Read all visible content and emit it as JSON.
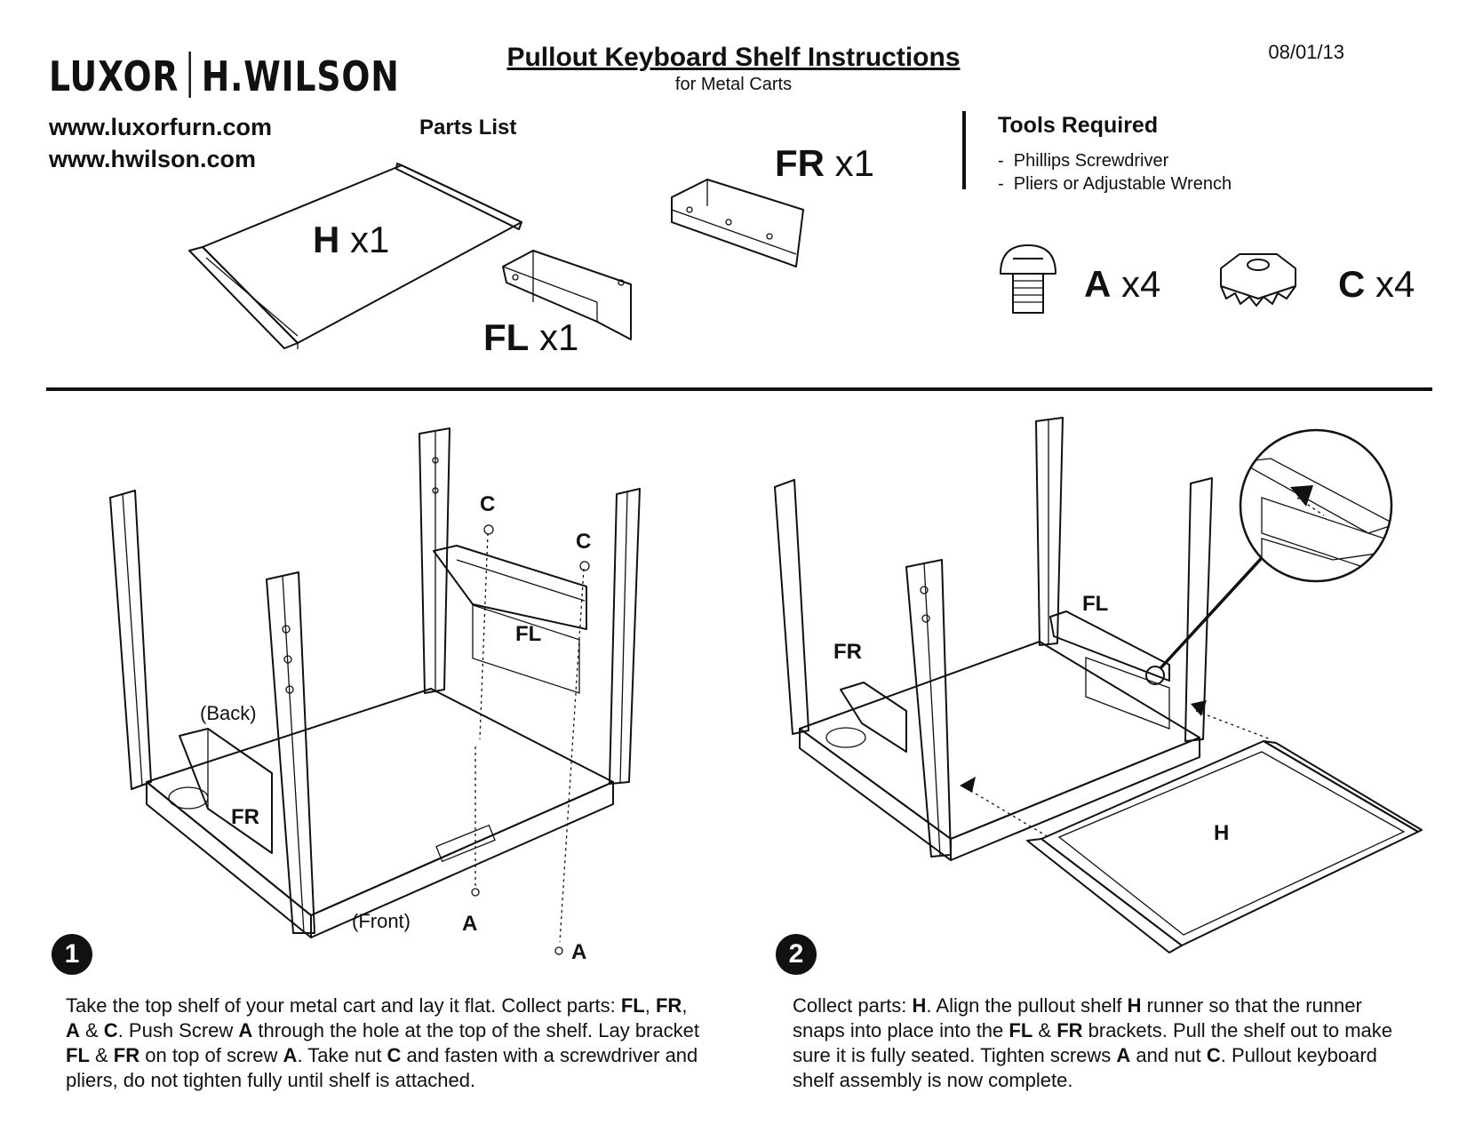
{
  "header": {
    "brand_left": "LUXOR",
    "brand_right": "H.WILSON",
    "url1": "www.luxorfurn.com",
    "url2": "www.hwilson.com",
    "title": "Pullout Keyboard Shelf Instructions",
    "subtitle": "for Metal Carts",
    "date": "08/01/13"
  },
  "parts": {
    "heading": "Parts List",
    "items": [
      {
        "letter": "H",
        "qty": "x1"
      },
      {
        "letter": "FL",
        "qty": "x1"
      },
      {
        "letter": "FR",
        "qty": "x1"
      },
      {
        "letter": "A",
        "qty": "x4"
      },
      {
        "letter": "C",
        "qty": "x4"
      }
    ]
  },
  "tools": {
    "heading": "Tools Required",
    "items": [
      "Phillips Screwdriver",
      "Pliers or Adjustable Wrench"
    ]
  },
  "step1": {
    "number": "1",
    "labels": {
      "c1": "C",
      "c2": "C",
      "fl": "FL",
      "fr": "FR",
      "a1": "A",
      "a2": "A",
      "back": "(Back)",
      "front": "(Front)"
    },
    "text": [
      {
        "t": "Take the top shelf of your metal cart and lay it flat. Collect parts: ",
        "b": false
      },
      {
        "t": "FL",
        "b": true
      },
      {
        "t": ", ",
        "b": false
      },
      {
        "t": "FR",
        "b": true
      },
      {
        "t": ", ",
        "b": false
      },
      {
        "t": "A",
        "b": true
      },
      {
        "t": " & ",
        "b": false
      },
      {
        "t": "C",
        "b": true
      },
      {
        "t": ". Push Screw ",
        "b": false
      },
      {
        "t": "A",
        "b": true
      },
      {
        "t": " through the hole at the top of the shelf. Lay bracket ",
        "b": false
      },
      {
        "t": "FL",
        "b": true
      },
      {
        "t": " & ",
        "b": false
      },
      {
        "t": "FR",
        "b": true
      },
      {
        "t": " on top of screw ",
        "b": false
      },
      {
        "t": "A",
        "b": true
      },
      {
        "t": ". Take nut ",
        "b": false
      },
      {
        "t": "C",
        "b": true
      },
      {
        "t": " and fasten with a screwdriver and pliers, do not tighten fully until shelf is attached.",
        "b": false
      }
    ]
  },
  "step2": {
    "number": "2",
    "labels": {
      "fl": "FL",
      "fr": "FR",
      "h": "H"
    },
    "text": [
      {
        "t": "Collect parts: ",
        "b": false
      },
      {
        "t": "H",
        "b": true
      },
      {
        "t": ". Align the pullout shelf ",
        "b": false
      },
      {
        "t": "H",
        "b": true
      },
      {
        "t": " runner so that the runner snaps into place into the ",
        "b": false
      },
      {
        "t": "FL",
        "b": true
      },
      {
        "t": " & ",
        "b": false
      },
      {
        "t": "FR",
        "b": true
      },
      {
        "t": " brackets. Pull the shelf out to make sure it is fully seated. Tighten screws ",
        "b": false
      },
      {
        "t": "A",
        "b": true
      },
      {
        "t": " and nut ",
        "b": false
      },
      {
        "t": "C",
        "b": true
      },
      {
        "t": ". Pullout keyboard shelf assembly is now complete.",
        "b": false
      }
    ]
  }
}
